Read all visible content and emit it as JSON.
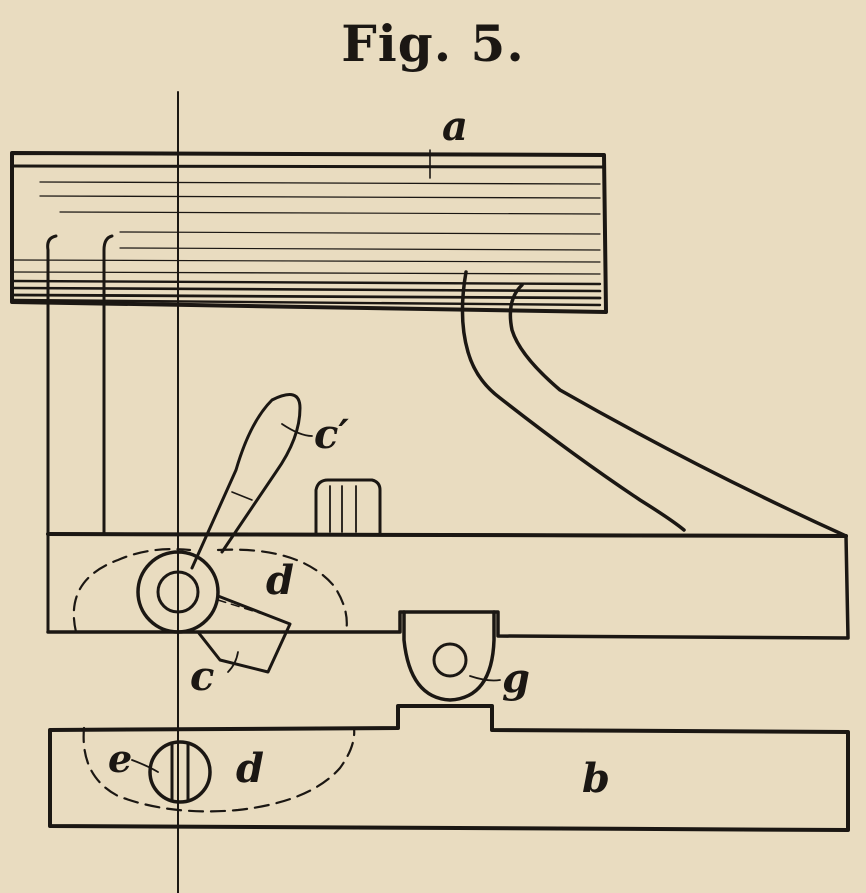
{
  "figure": {
    "title": "Fig. 5.",
    "labels": {
      "a": "a",
      "c_prime": "c′",
      "c": "c",
      "d_upper": "d",
      "d_lower": "d",
      "e": "e",
      "g": "g",
      "b": "b"
    }
  },
  "colors": {
    "paper": "#e9dcc0",
    "ink": "#1b1713"
  }
}
